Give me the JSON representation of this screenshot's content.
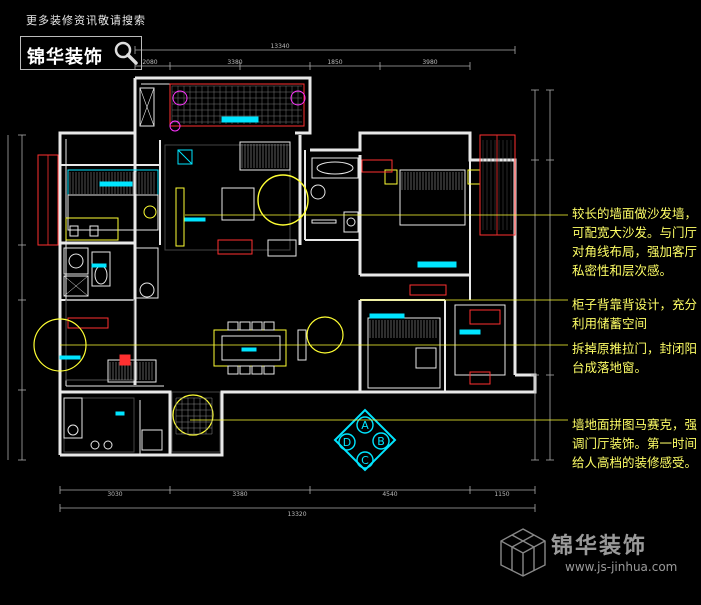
{
  "header": {
    "caption": "更多装修资讯敬请搜索",
    "brand": "锦华装饰"
  },
  "dimensions": {
    "top_total": "13340",
    "top_segments": [
      "3380",
      "3380",
      "1850",
      "3980"
    ],
    "bottom_segments": [
      "3030",
      "3380",
      "4540",
      "1150"
    ],
    "bottom_total": "13320"
  },
  "compass": [
    "A",
    "B",
    "C",
    "D"
  ],
  "annotations": [
    "较长的墙面做沙发墙，可配宽大沙发。与门厅对角线布局，强加客厅私密性和层次感。",
    "柜子背靠背设计，充分利用储蓄空间",
    "拆掉原推拉门，封闭阳台成落地窗。",
    "墙地面拼图马赛克，强调门厅装饰。第一时间给人高档的装修感受。"
  ],
  "watermark": {
    "name": "锦华装饰",
    "url": "www.js-jinhua.com"
  },
  "colors": {
    "wall": "#e8e8e8",
    "cyan": "#00e5ff",
    "yellow": "#ffff33",
    "red": "#ff3030",
    "green": "#33ff66",
    "magenta": "#ff33ff",
    "note": "#ffff66"
  }
}
